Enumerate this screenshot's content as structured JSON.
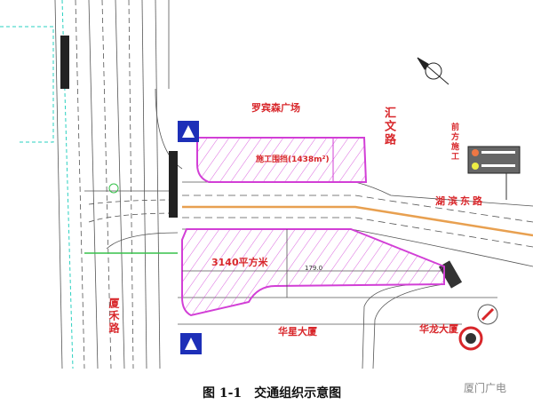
{
  "labels": {
    "plaza": "罗宾森广场",
    "construction_fence": "施工围挡(1438m²)",
    "huiwen_road": "汇文路",
    "hubin_east_road": "湖滨东路",
    "area": "3140平方米",
    "dimension": "179.0",
    "huaxing_building": "华星大厦",
    "hualong_building": "华龙大厦",
    "xiahe_road": "厦禾路",
    "ahead_construction": "前方施工"
  },
  "caption": {
    "figure_no": "图 1-1",
    "title": "交通组织示意图"
  },
  "watermark": "厦门广电",
  "colors": {
    "zone": "#d23fd6",
    "label": "#d8262a",
    "sign_blue": "#1d2fb8",
    "orange_line": "#e8a050",
    "green": "#36c24a"
  }
}
